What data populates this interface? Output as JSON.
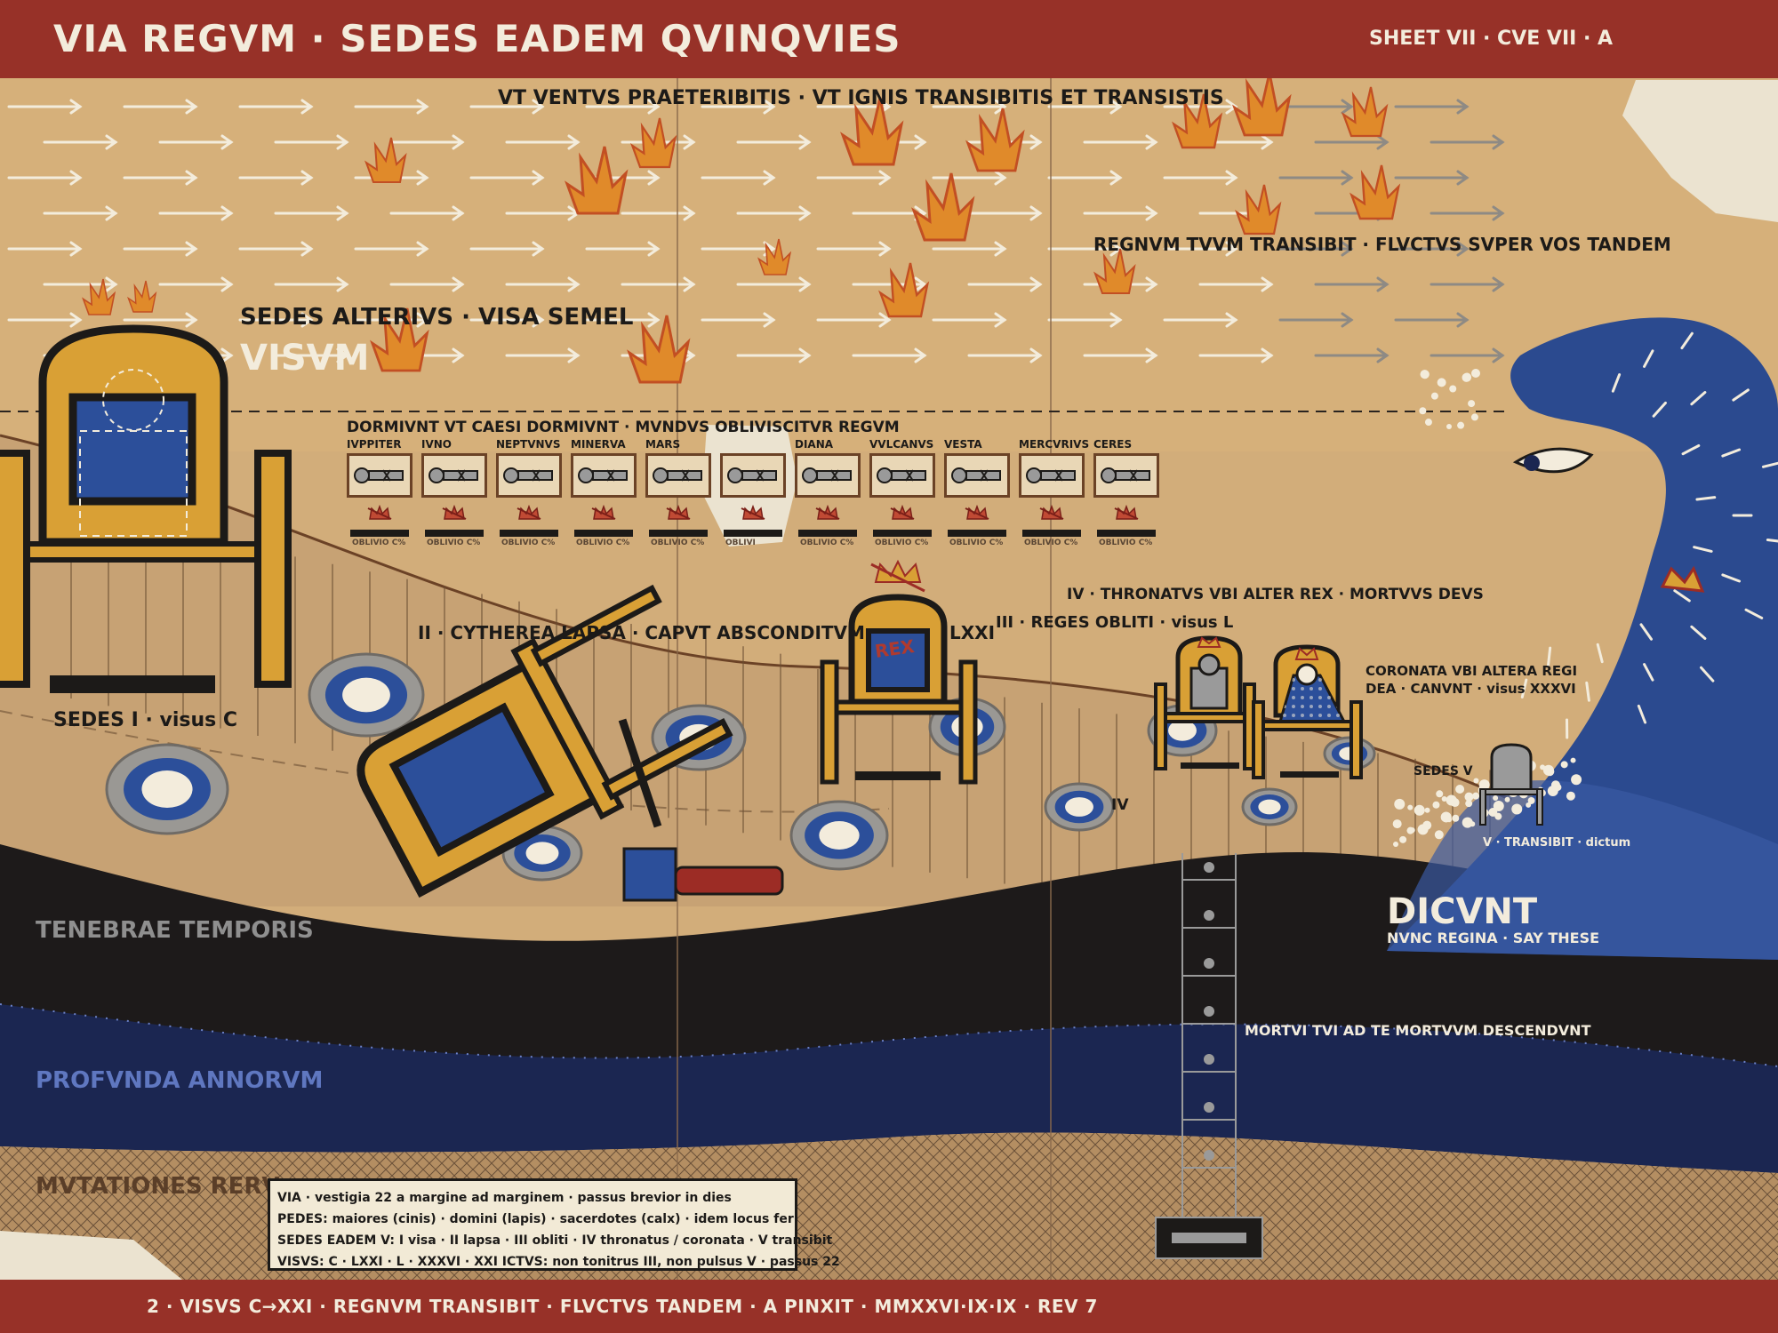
{
  "header": {
    "title": "VIA REGVM · SEDES EADEM QVINQVIES",
    "sheet": "SHEET VII · CVE VII · A"
  },
  "footer": {
    "text": "2 · VISVS C→XXI · REGNVM TRANSIBIT · FLVCTVS TANDEM · A PINXIT · MMXXVI·IX·IX · REV 7"
  },
  "sky": {
    "wind_caption": "VT VENTVS PRAETERIBITIS · VT IGNIS TRANSIBITIS ET TRANSISTIS",
    "wave_caption": "REGNVM TVVM TRANSIBIT · FLVCTVS SVPER VOS TANDEM",
    "seen_once": "SEDES ALTERIVS · VISA SEMEL",
    "seen_word": "VISVM",
    "sleep_caption": "DORMIVNT VT CAESI DORMIVNT · MVNDVS OBLIVISCITVR REGVM"
  },
  "gods": [
    {
      "name": "IVPPITER",
      "oblivion": "OBLIVIO C%"
    },
    {
      "name": "IVNO",
      "oblivion": "OBLIVIO C%"
    },
    {
      "name": "NEPTVNVS",
      "oblivion": "OBLIVIO C%"
    },
    {
      "name": "MINERVA",
      "oblivion": "OBLIVIO C%"
    },
    {
      "name": "MARS",
      "oblivion": "OBLIVIO C%"
    },
    {
      "name": "",
      "oblivion": "OBLIVI"
    },
    {
      "name": "DIANA",
      "oblivion": "OBLIVIO C%"
    },
    {
      "name": "VVLCANVS",
      "oblivion": "OBLIVIO C%"
    },
    {
      "name": "VESTA",
      "oblivion": "OBLIVIO C%"
    },
    {
      "name": "MERCVRIVS",
      "oblivion": "OBLIVIO C%"
    },
    {
      "name": "CERES",
      "oblivion": "OBLIVIO C%"
    }
  ],
  "seats": {
    "s1": "SEDES I · visus C",
    "s2": "II · CYTHEREA LAPSA · CAPVT ABSCONDITVM",
    "s2_count": "LXXI",
    "s2_stamp": "REX",
    "s3": "III · REGES OBLITI · visus L",
    "s4": "IV · THRONATVS VBI ALTER REX · MORTVVS DEVS",
    "s4_short": "IV",
    "s4_crown_line1": "CORONATA VBI ALTERA REGI",
    "s4_crown_line2": "DEA · CANVNT · visus XXXVI",
    "s5": "SEDES V",
    "s5_note": "V · TRANSIBIT · dictum"
  },
  "strata": {
    "dark": "TENEBRAE TEMPORIS",
    "deep": "PROFVNDA ANNORVM",
    "base": "MVTATIONES RERV"
  },
  "sea": {
    "say": "DICVNT",
    "say_sub": "NVNC REGINA · SAY THESE",
    "descend": "MORTVI TVI AD TE MORTVVM DESCENDVNT"
  },
  "legend": [
    "VIA · vestigia 22 a margine ad marginem · passus brevior in dies",
    "PEDES: maiores (cinis) · domini (lapis) · sacerdotes (calx) · idem locus fer",
    "SEDES EADEM V: I visa · II lapsa · III obliti · IV thronatus / coronata · V transibit",
    "VISVS: C · LXXI · L · XXXVI · XXI      ICTVS: non tonitrus III, non pulsus V · passus 22"
  ],
  "colors": {
    "banner": "#973128",
    "sky": "#d6b07a",
    "ground": "#c7a274",
    "dark_band": "#1d1a1a",
    "deep_band": "#1b2651",
    "wave": "#2b4a8f",
    "throne_gold": "#d9a035",
    "throne_blue": "#2c4f9a",
    "flame": "#e08a2a",
    "cream": "#f3ecdc"
  }
}
